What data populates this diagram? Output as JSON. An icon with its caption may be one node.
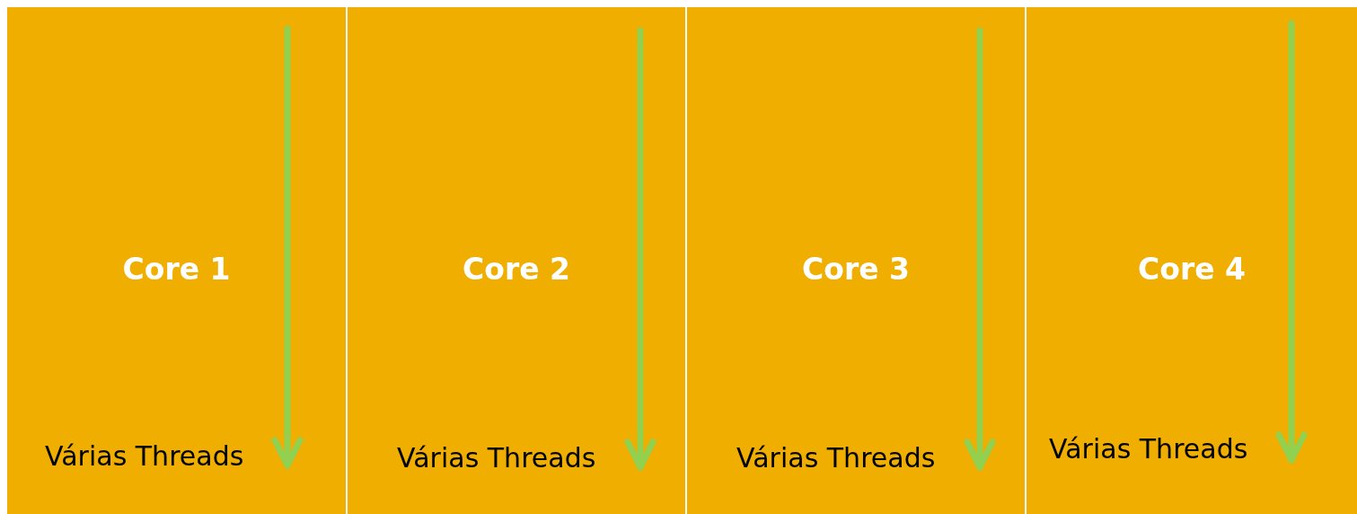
{
  "diagram": {
    "nodes": [
      {
        "text": [
          "Core 1",
          "Várias Threads"
        ]
      },
      {
        "text": [
          "Core 2",
          "Várias Threads"
        ]
      },
      {
        "text": [
          "Core 3",
          "Várias Threads"
        ]
      },
      {
        "text": [
          "Core 4",
          "Várias Threads"
        ]
      }
    ]
  }
}
